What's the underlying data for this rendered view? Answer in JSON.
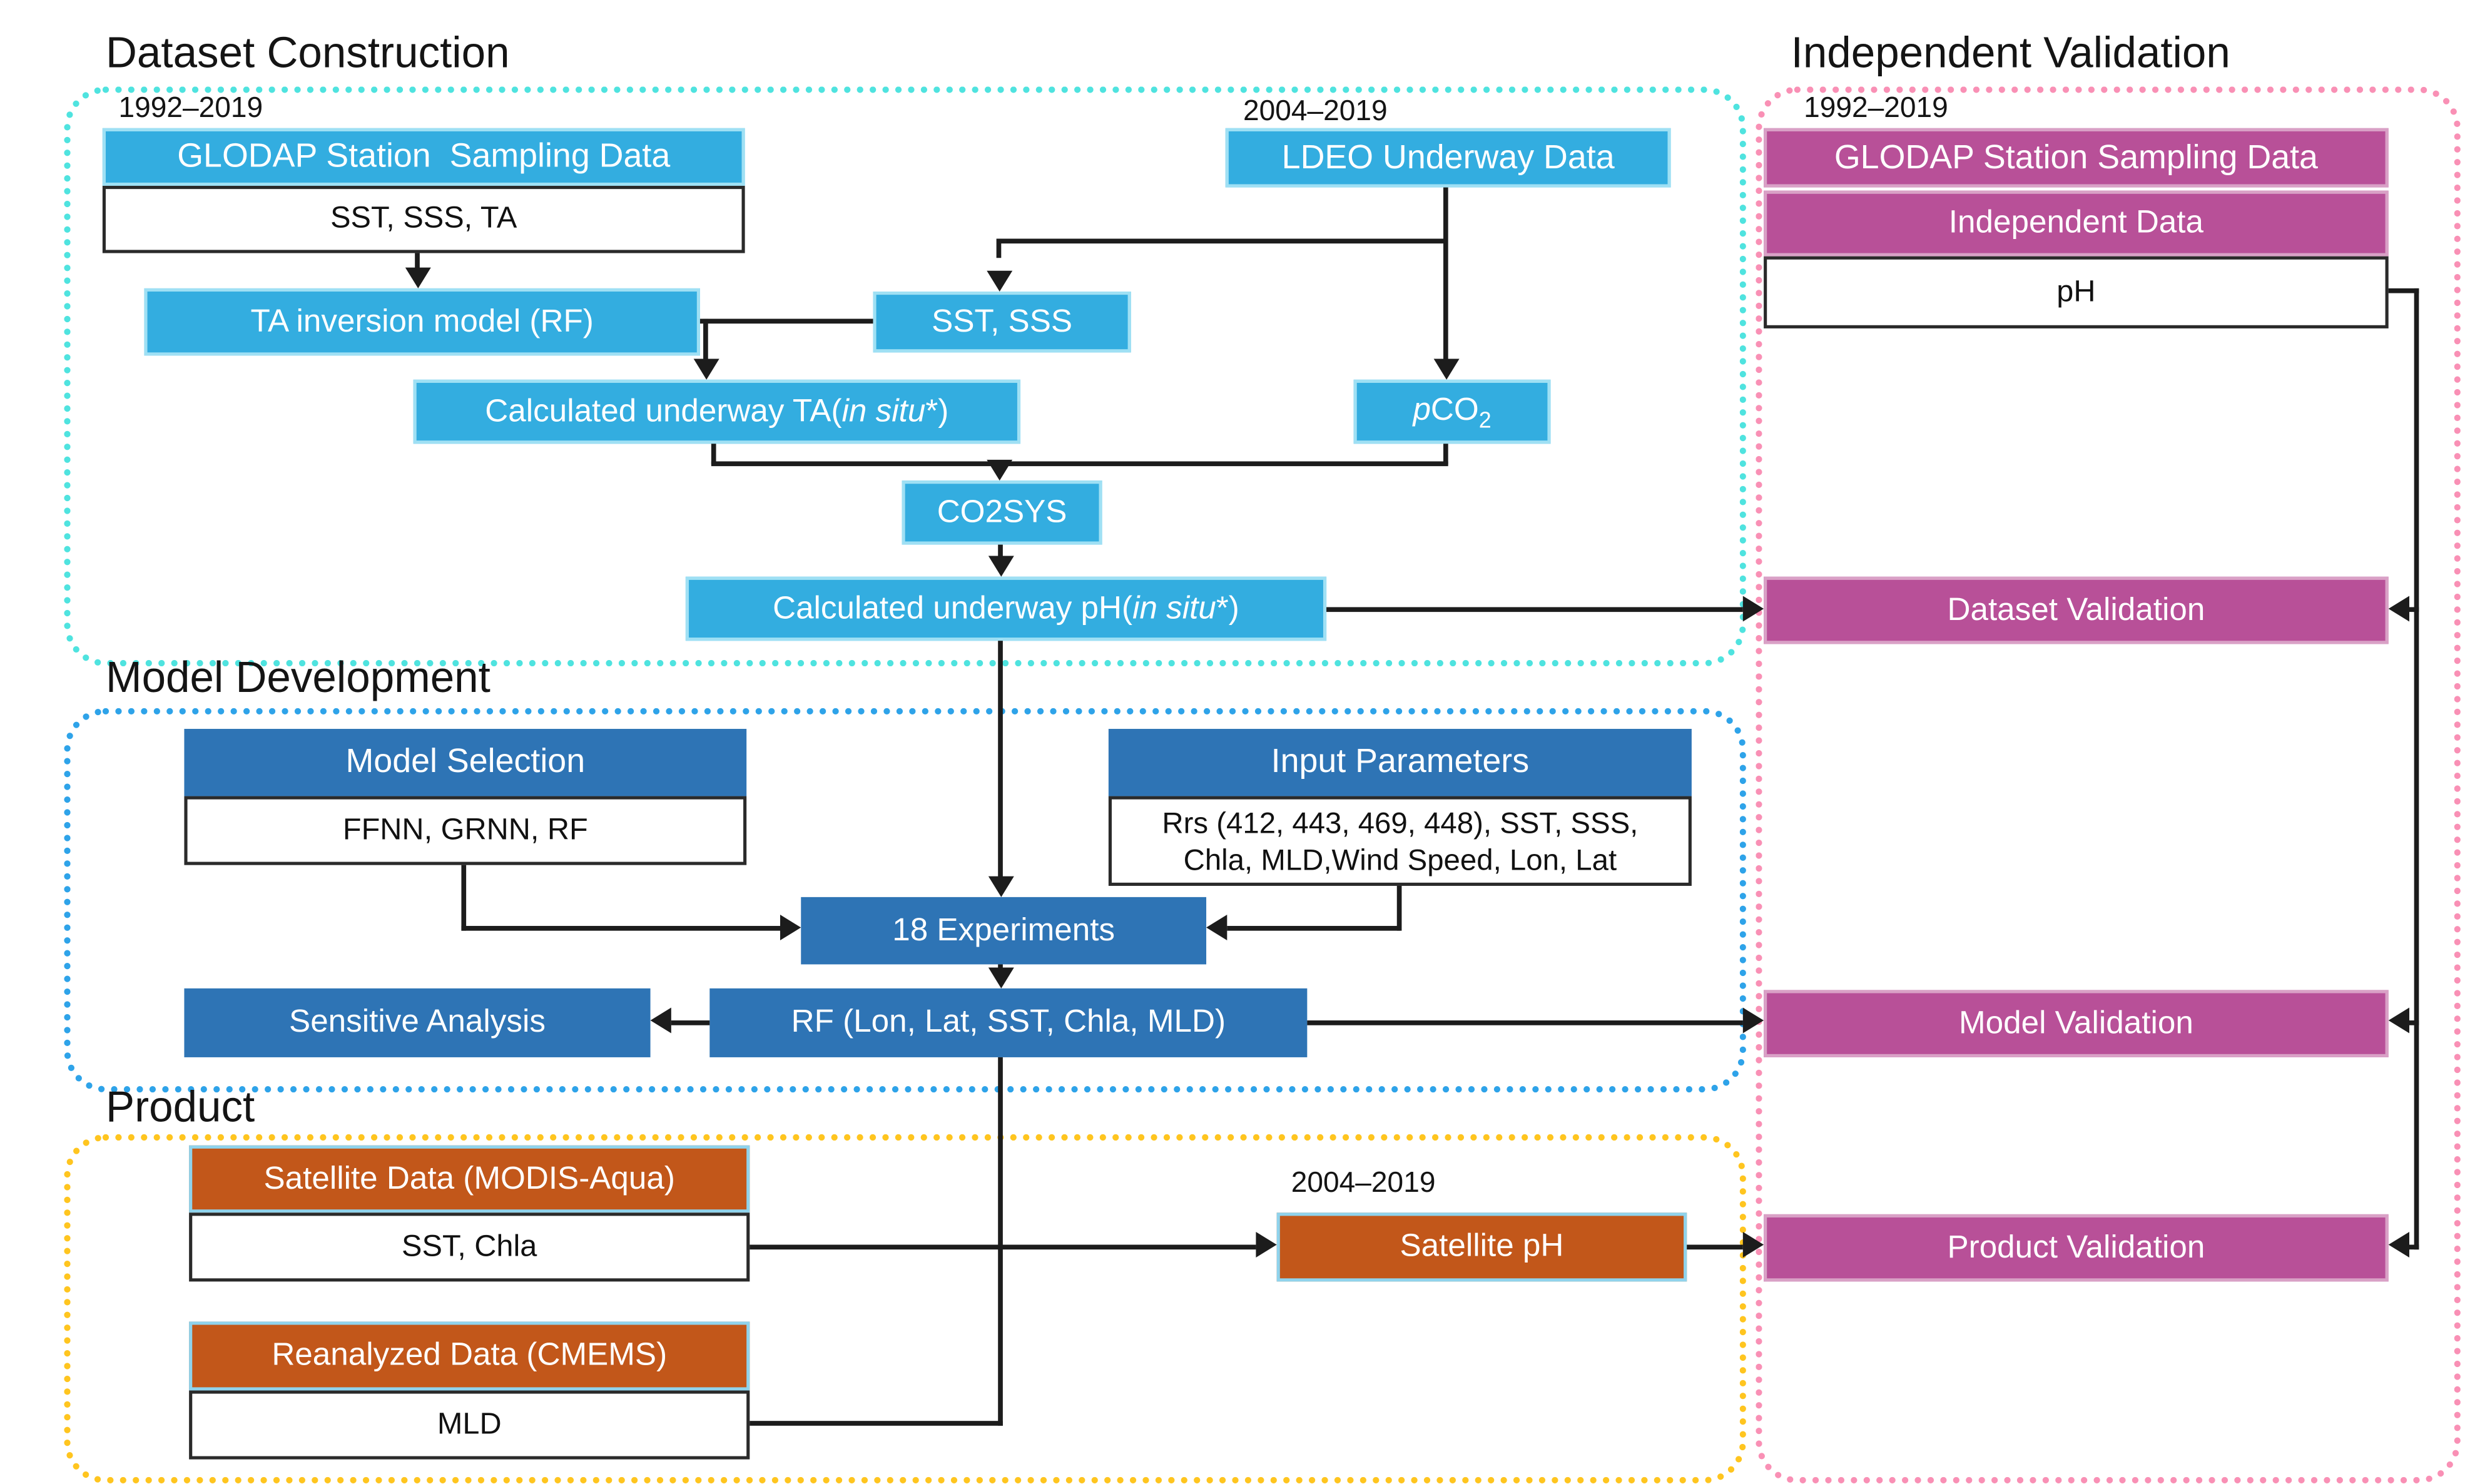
{
  "colors": {
    "cyan": "#33ade0",
    "blue": "#2e74b5",
    "magenta": "#b85098",
    "orange": "#c2571a",
    "line": "#1c1c1c",
    "border_cyan": "#4fe3df",
    "border_blue": "#2ea3e9",
    "border_yellow": "#ffc51f",
    "border_pink": "#f990b5"
  },
  "sections": {
    "dataset_construction": {
      "title": "Dataset Construction"
    },
    "model_development": {
      "title": "Model Development"
    },
    "product": {
      "title": "Product"
    },
    "independent_validation": {
      "title": "Independent Validation"
    }
  },
  "dates": {
    "glodap": "1992–2019",
    "ldeo": "2004–2019",
    "independent": "1992–2019",
    "satellite_ph": "2004–2019"
  },
  "nodes": {
    "glodap": "GLODAP Station  Sampling Data",
    "glodap_vars": "SST, SSS, TA",
    "ta_model": "TA inversion model (RF)",
    "ldeo": "LDEO Underway Data",
    "sst_sss": "SST, SSS",
    "calc_ta": {
      "pre": "Calculated underway TA(",
      "italic": "in situ",
      "post": "*)"
    },
    "pco2": {
      "p": "p",
      "co": "CO",
      "sub": "2"
    },
    "co2sys": "CO2SYS",
    "calc_ph": {
      "pre": "Calculated underway pH(",
      "italic": "in situ",
      "post": "*)"
    },
    "model_selection": "Model Selection",
    "model_list": "FFNN, GRNN, RF",
    "input_params": "Input Parameters",
    "input_list_line1": "Rrs (412, 443, 469, 448), SST, SSS,",
    "input_list_line2": "Chla, MLD,Wind Speed, Lon, Lat",
    "experiments": "18 Experiments",
    "sensitive": "Sensitive Analysis",
    "rf_final": "RF (Lon, Lat, SST, Chla, MLD)",
    "satellite_data": "Satellite Data (MODIS-Aqua)",
    "satellite_vars": "SST, Chla",
    "satellite_ph": "Satellite pH",
    "reanalyzed": "Reanalyzed Data (CMEMS)",
    "reanalyzed_vars": "MLD",
    "iv_glodap": "GLODAP Station Sampling Data",
    "iv_independent": "Independent Data",
    "iv_ph": "pH",
    "dataset_validation": "Dataset Validation",
    "model_validation": "Model Validation",
    "product_validation": "Product Validation"
  }
}
